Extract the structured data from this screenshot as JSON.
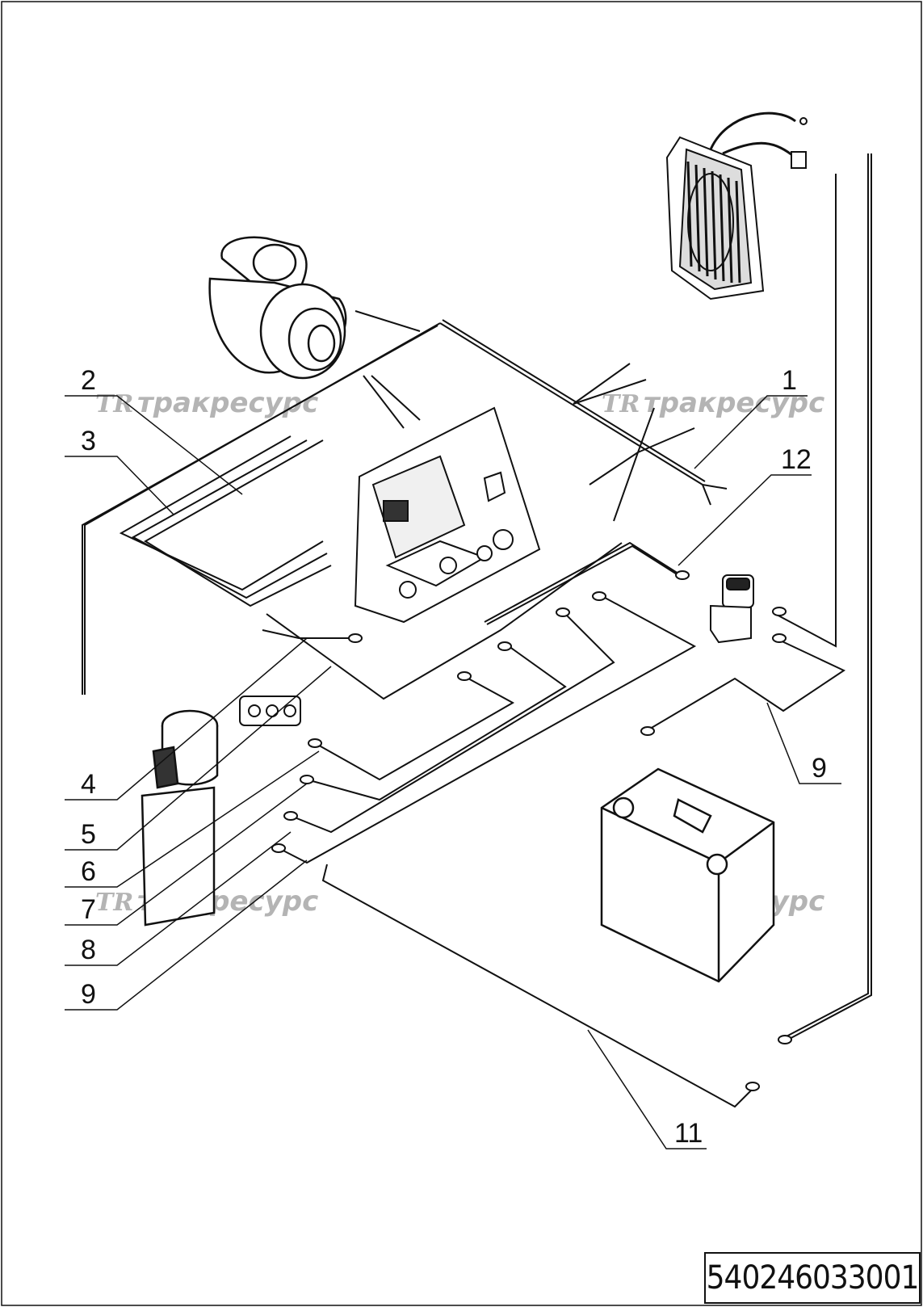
{
  "drawing": {
    "number": "540246033001",
    "callouts": {
      "c1": "1",
      "c2": "2",
      "c3": "3",
      "c4": "4",
      "c5": "5",
      "c6": "6",
      "c7": "7",
      "c8": "8",
      "c9a": "9",
      "c9b": "9",
      "c11": "11",
      "c12": "12"
    },
    "watermark": {
      "logo": "TR",
      "text": "тракресурс"
    }
  }
}
